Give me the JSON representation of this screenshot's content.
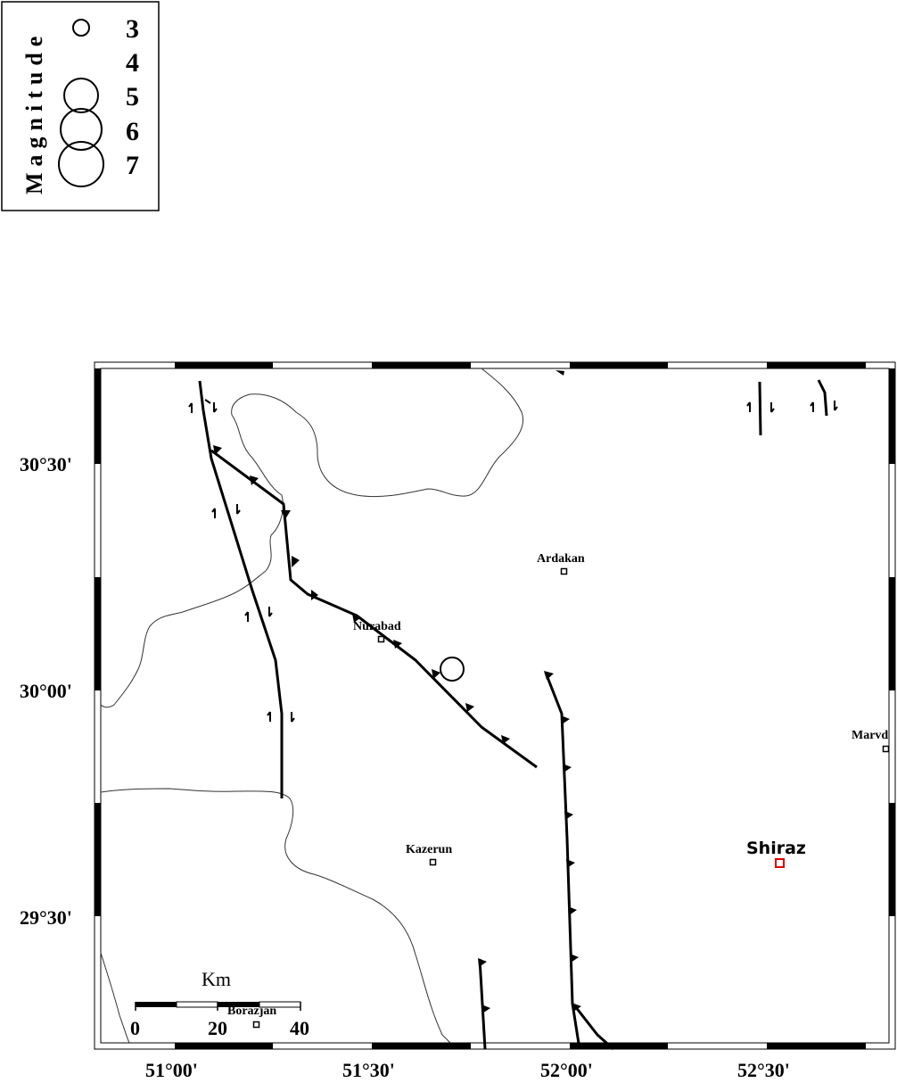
{
  "legend": {
    "title": "Magnitude",
    "entries": [
      {
        "label": "3",
        "icon": "circle-icon"
      },
      {
        "label": "4",
        "icon": "circle-icon"
      },
      {
        "label": "5",
        "icon": "circle-icon"
      },
      {
        "label": "6",
        "icon": "circle-icon"
      },
      {
        "label": "7",
        "icon": "circle-icon"
      }
    ]
  },
  "map": {
    "lon_ticks": [
      "51°00'",
      "51°30'",
      "52°00'",
      "52°30'"
    ],
    "lat_ticks": [
      "30°30'",
      "30°00'",
      "29°30'"
    ],
    "cities": {
      "ardakan": "Ardakan",
      "nurabad": "Nurabad",
      "kazerun": "Kazerun",
      "marvdasht": "Marvd",
      "shiraz": "Shiraz",
      "borazjan": "Borazjan"
    },
    "scale_bar": {
      "title": "Km",
      "labels": [
        "0",
        "20",
        "40"
      ]
    },
    "colors": {
      "frame": "#000000",
      "fault": "#000000",
      "boundary": "#333333",
      "shiraz_marker": "#e00000"
    }
  }
}
